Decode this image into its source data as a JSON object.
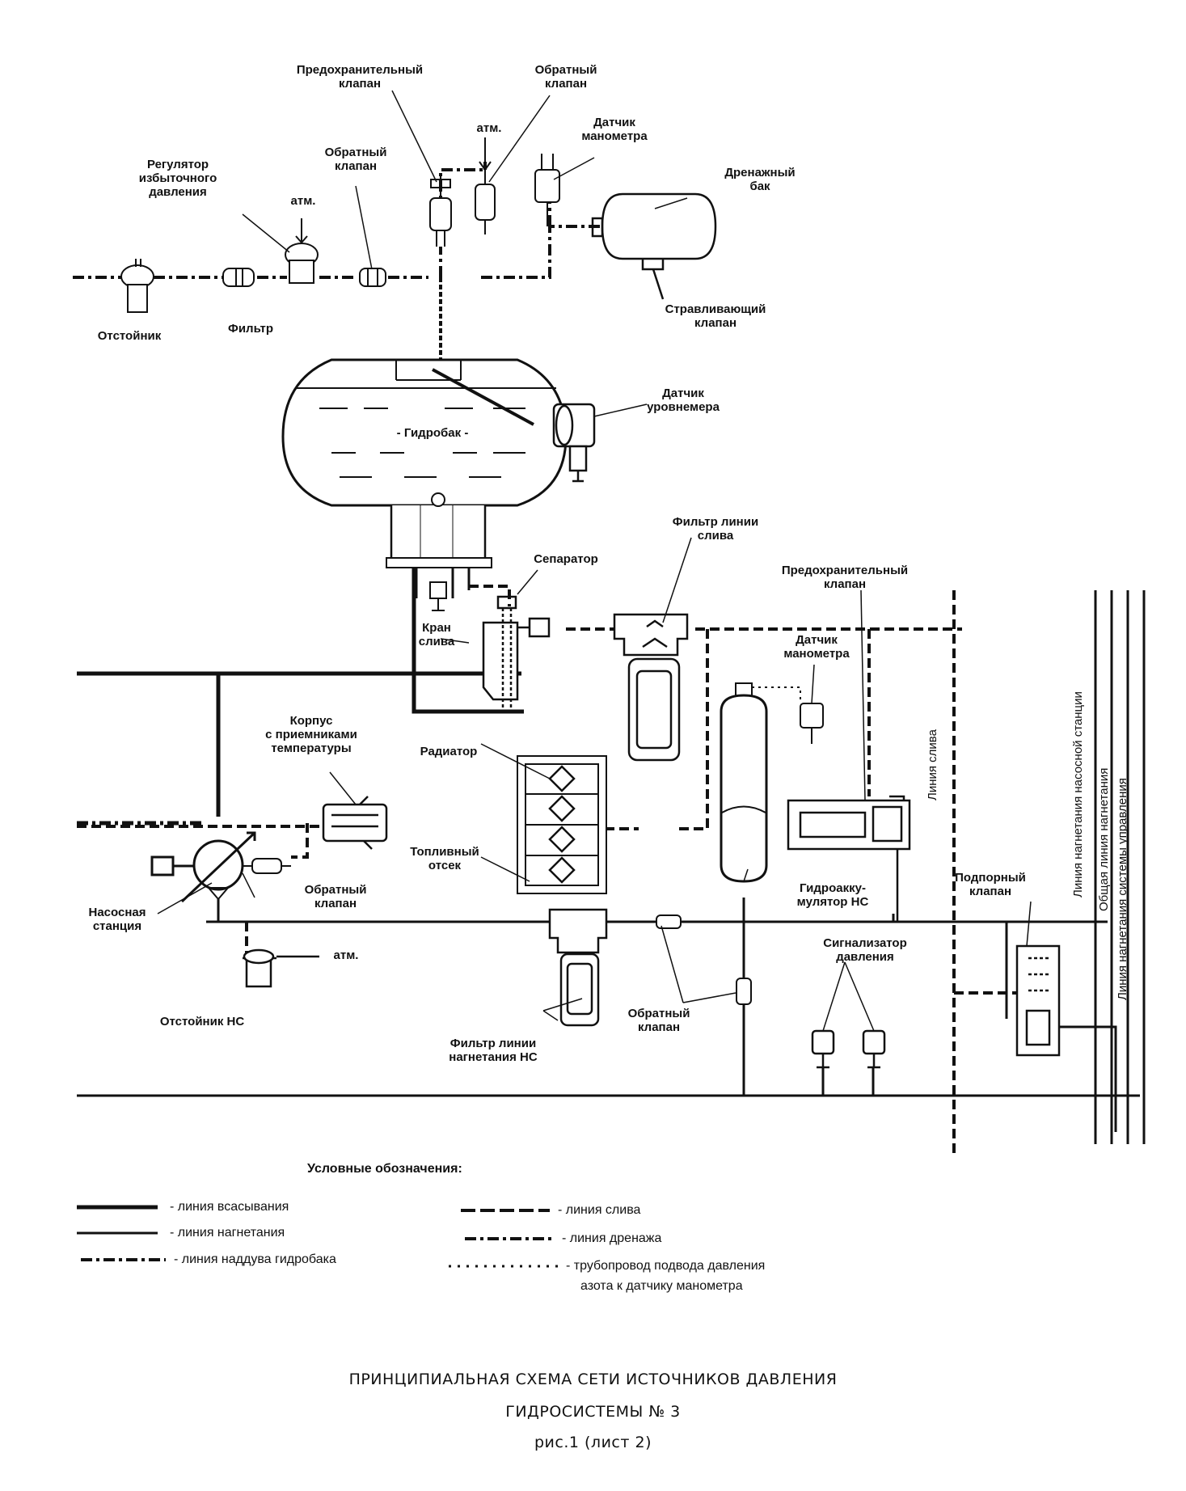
{
  "labels": {
    "safety_valve_top": "Предохранительный\nклапан",
    "check_valve_top": "Обратный\nклапан",
    "atm_top": "атм.",
    "gauge_sensor_top": "Датчик\nманометра",
    "drain_tank": "Дренажный\nбак",
    "pressure_regulator": "Регулятор\nизбыточного\nдавления",
    "atm_regulator": "атм.",
    "check_valve_mid": "Обратный\nклапан",
    "settler": "Отстойник",
    "filter": "Фильтр",
    "bleed_valve": "Стравливающий\nклапан",
    "level_sensor": "Датчик\nуровнемера",
    "hydrotank": "- Гидробак -",
    "return_filter": "Фильтр линии\nслива",
    "separator": "Сепаратор",
    "safety_valve_right": "Предохранительный\nклапан",
    "drain_valve": "Кран\nслива",
    "gauge_sensor_right": "Датчик\nманометра",
    "temp_body": "Корпус\nс приемниками\nтемпературы",
    "radiator": "Радиатор",
    "fuel_bay": "Топливный\nотсек",
    "check_valve_pump": "Обратный\nклапан",
    "pump_station": "Насосная\nстанция",
    "accumulator": "Гидроакку-\nмулятор НС",
    "backpressure_valve": "Подпорный\nклапан",
    "pressure_switch": "Сигнализатор\nдавления",
    "atm_ns": "атм.",
    "settler_ns": "Отстойник НС",
    "pressure_filter": "Фильтр линии\nнагнетания НС",
    "check_valve_bottom": "Обратный\nклапан",
    "line_return_vertical": "Линия слива",
    "line_pump_station": "Линия нагнетания насосной станции",
    "line_common_pressure": "Общая линия нагнетания",
    "line_control_pressure": "Линия нагнетания системы управления"
  },
  "legend": {
    "title": "Условные обозначения:",
    "suction": "- линия всасывания",
    "pressure": "- линия нагнетания",
    "boost": "- линия наддува гидробака",
    "return": "- линия слива",
    "drainage": "- линия дренажа",
    "nitrogen_line1": "- трубопровод подвода давления",
    "nitrogen_line2": "азота к датчику манометра"
  },
  "caption": {
    "line1": "ПРИНЦИПИАЛЬНАЯ СХЕМА СЕТИ ИСТОЧНИКОВ ДАВЛЕНИЯ",
    "line2": "ГИДРОСИСТЕМЫ № 3",
    "line3": "рис.1 (лист 2)"
  },
  "colors": {
    "ink": "#111111",
    "background": "#ffffff"
  }
}
